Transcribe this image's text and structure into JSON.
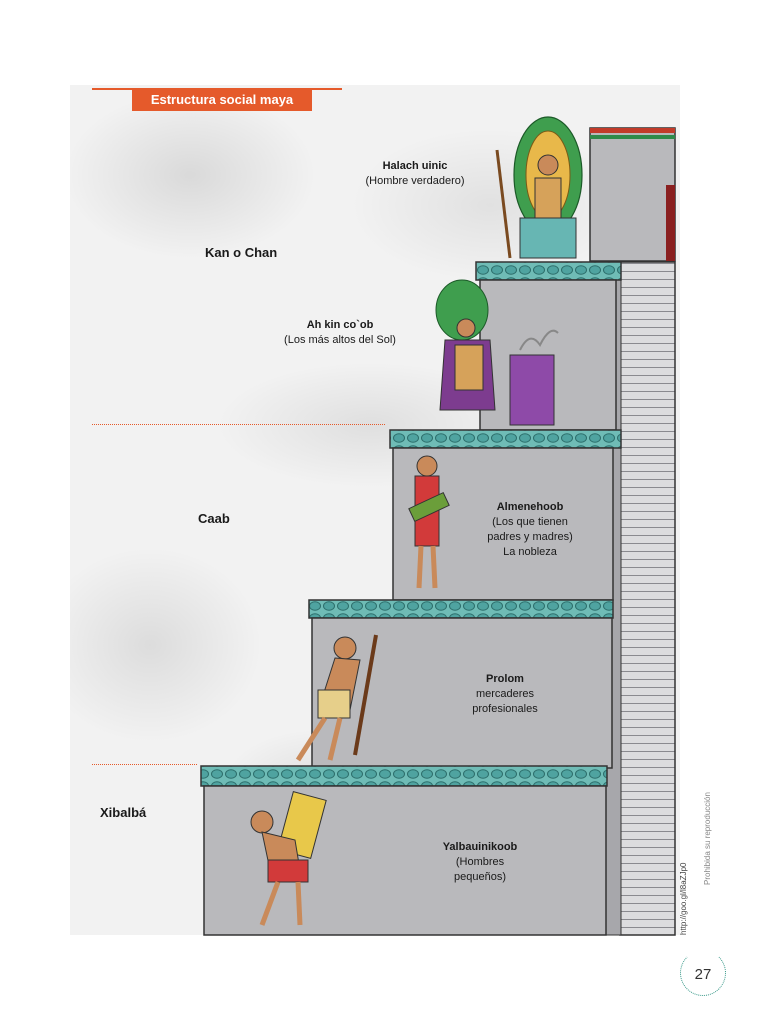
{
  "header": {
    "title": "Estructura social maya"
  },
  "tiers": {
    "top": "Kan o Chan",
    "middle": "Caab",
    "bottom": "Xibalbá"
  },
  "classes": [
    {
      "name": "Halach uinic",
      "desc": "(Hombre verdadero)"
    },
    {
      "name": "Ah kin co`ob",
      "desc": "(Los más altos del Sol)"
    },
    {
      "name": "Almenehoob",
      "desc1": "(Los que tienen",
      "desc2": "padres y madres)",
      "desc3": "La nobleza"
    },
    {
      "name": "Prolom",
      "desc1": "mercaderes",
      "desc2": "profesionales"
    },
    {
      "name": "Yalbauinikoob",
      "desc1": "(Hombres",
      "desc2": "pequeños)"
    }
  ],
  "credit": {
    "url": "http://goo.gl/l8aZJp0",
    "note": "Prohibida su reproducción"
  },
  "page_number": "27",
  "colors": {
    "accent": "#e55a2b",
    "step_gray": "#b9b9bc",
    "stone_teal": "#4fa3a0",
    "page_teal": "#3a9a8a"
  }
}
